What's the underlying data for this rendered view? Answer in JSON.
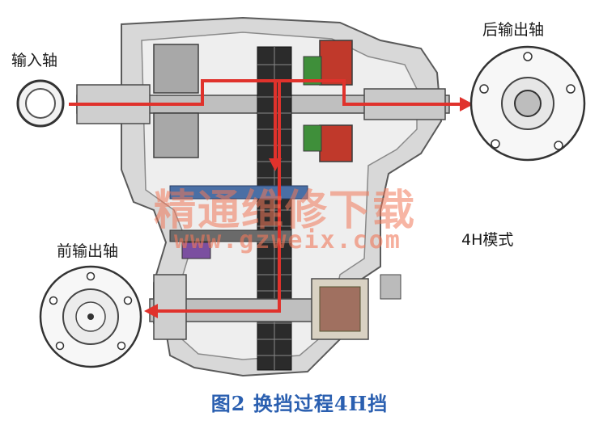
{
  "labels": {
    "input_shaft": "输入轴",
    "rear_output_shaft": "后输出轴",
    "front_output_shaft": "前输出轴",
    "mode": "4H模式"
  },
  "caption": "图2    换挡过程4H挡",
  "watermark": {
    "cn": "精通维修下载",
    "url": "www.gzweix.com"
  },
  "colors": {
    "flow_arrow": "#e0322c",
    "casing": "#9a9a9a",
    "casing_dark": "#5a5a5a",
    "chain": "#2b2b2b",
    "clutch": "#c0392b",
    "gear_green": "#3f8f3a",
    "caption": "#2a5fb0"
  }
}
